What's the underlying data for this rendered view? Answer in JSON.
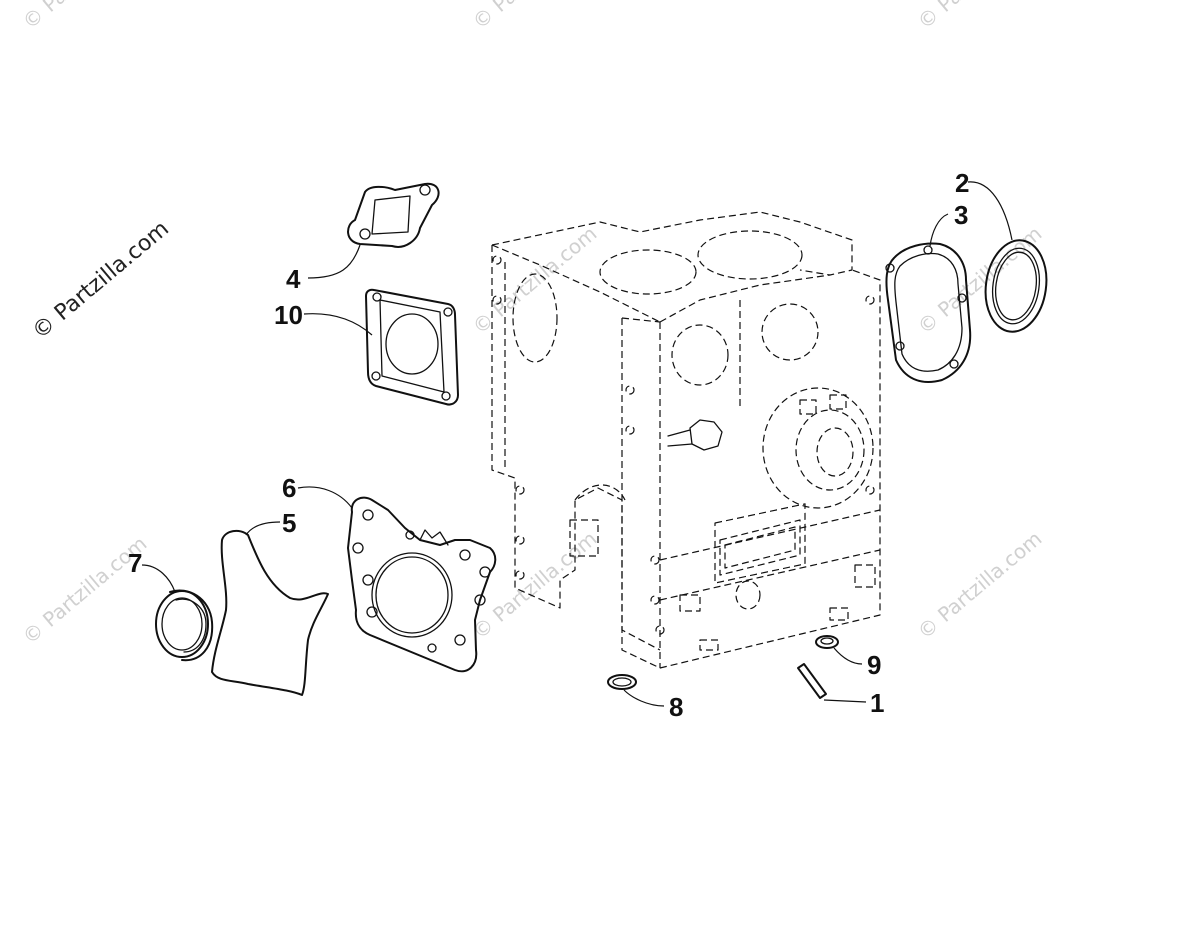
{
  "watermark": {
    "text": "© Partzilla.com"
  },
  "callouts": [
    {
      "id": "c1",
      "label": "1"
    },
    {
      "id": "c2",
      "label": "2"
    },
    {
      "id": "c3",
      "label": "3"
    },
    {
      "id": "c4",
      "label": "4"
    },
    {
      "id": "c5",
      "label": "5"
    },
    {
      "id": "c6",
      "label": "6"
    },
    {
      "id": "c7",
      "label": "7"
    },
    {
      "id": "c8",
      "label": "8"
    },
    {
      "id": "c9",
      "label": "9"
    },
    {
      "id": "c10",
      "label": "10"
    }
  ]
}
